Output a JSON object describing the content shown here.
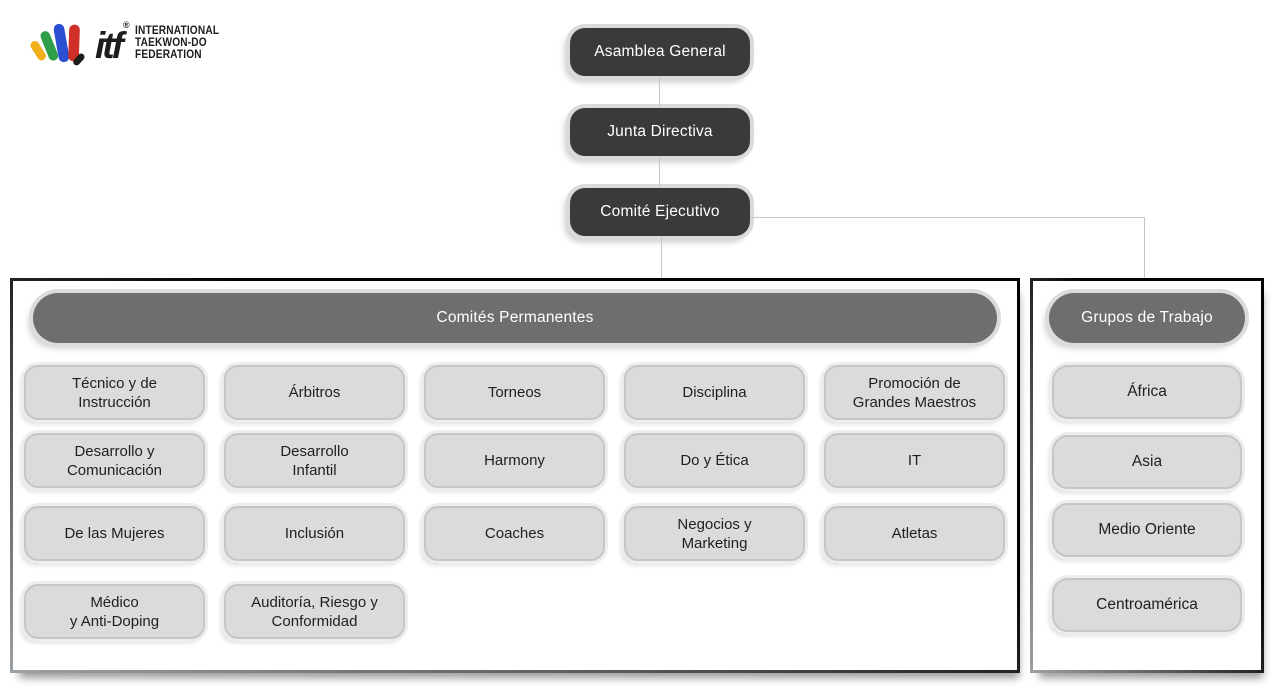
{
  "logo": {
    "brand": "itf",
    "registered": "®",
    "lines": [
      "INTERNATIONAL",
      "TAEKWON-DO",
      "FEDERATION"
    ],
    "stripes": [
      "#f2af1c",
      "#2f9e49",
      "#2a4fd0",
      "#d03028",
      "#1d1d1b"
    ]
  },
  "hierarchy": [
    {
      "label": "Asamblea General"
    },
    {
      "label": "Junta Directiva"
    },
    {
      "label": "Comité Ejecutivo"
    }
  ],
  "panels": {
    "permanentes": {
      "title": "Comités Permanentes",
      "items": [
        "Técnico y de\nInstrucción",
        "Árbitros",
        "Torneos",
        "Disciplina",
        "Promoción de\nGrandes Maestros",
        "Desarrollo y\nComunicación",
        "Desarrollo\nInfantil",
        "Harmony",
        "Do y Ética",
        "IT",
        "De las Mujeres",
        "Inclusión",
        "Coaches",
        "Negocios y\nMarketing",
        "Atletas",
        "Médico\ny Anti-Doping",
        "Auditoría, Riesgo y\nConformidad"
      ]
    },
    "trabajo": {
      "title": "Grupos de Trabajo",
      "items": [
        "África",
        "Asia",
        "Medio Oriente",
        "Centroamérica"
      ]
    }
  },
  "colors": {
    "node_dark": "#3a3a3a",
    "header_gray": "#6e6e6e",
    "box_light": "#dbdbdb",
    "box_border": "#c6c6c6",
    "connector": "#c6c6c6"
  }
}
